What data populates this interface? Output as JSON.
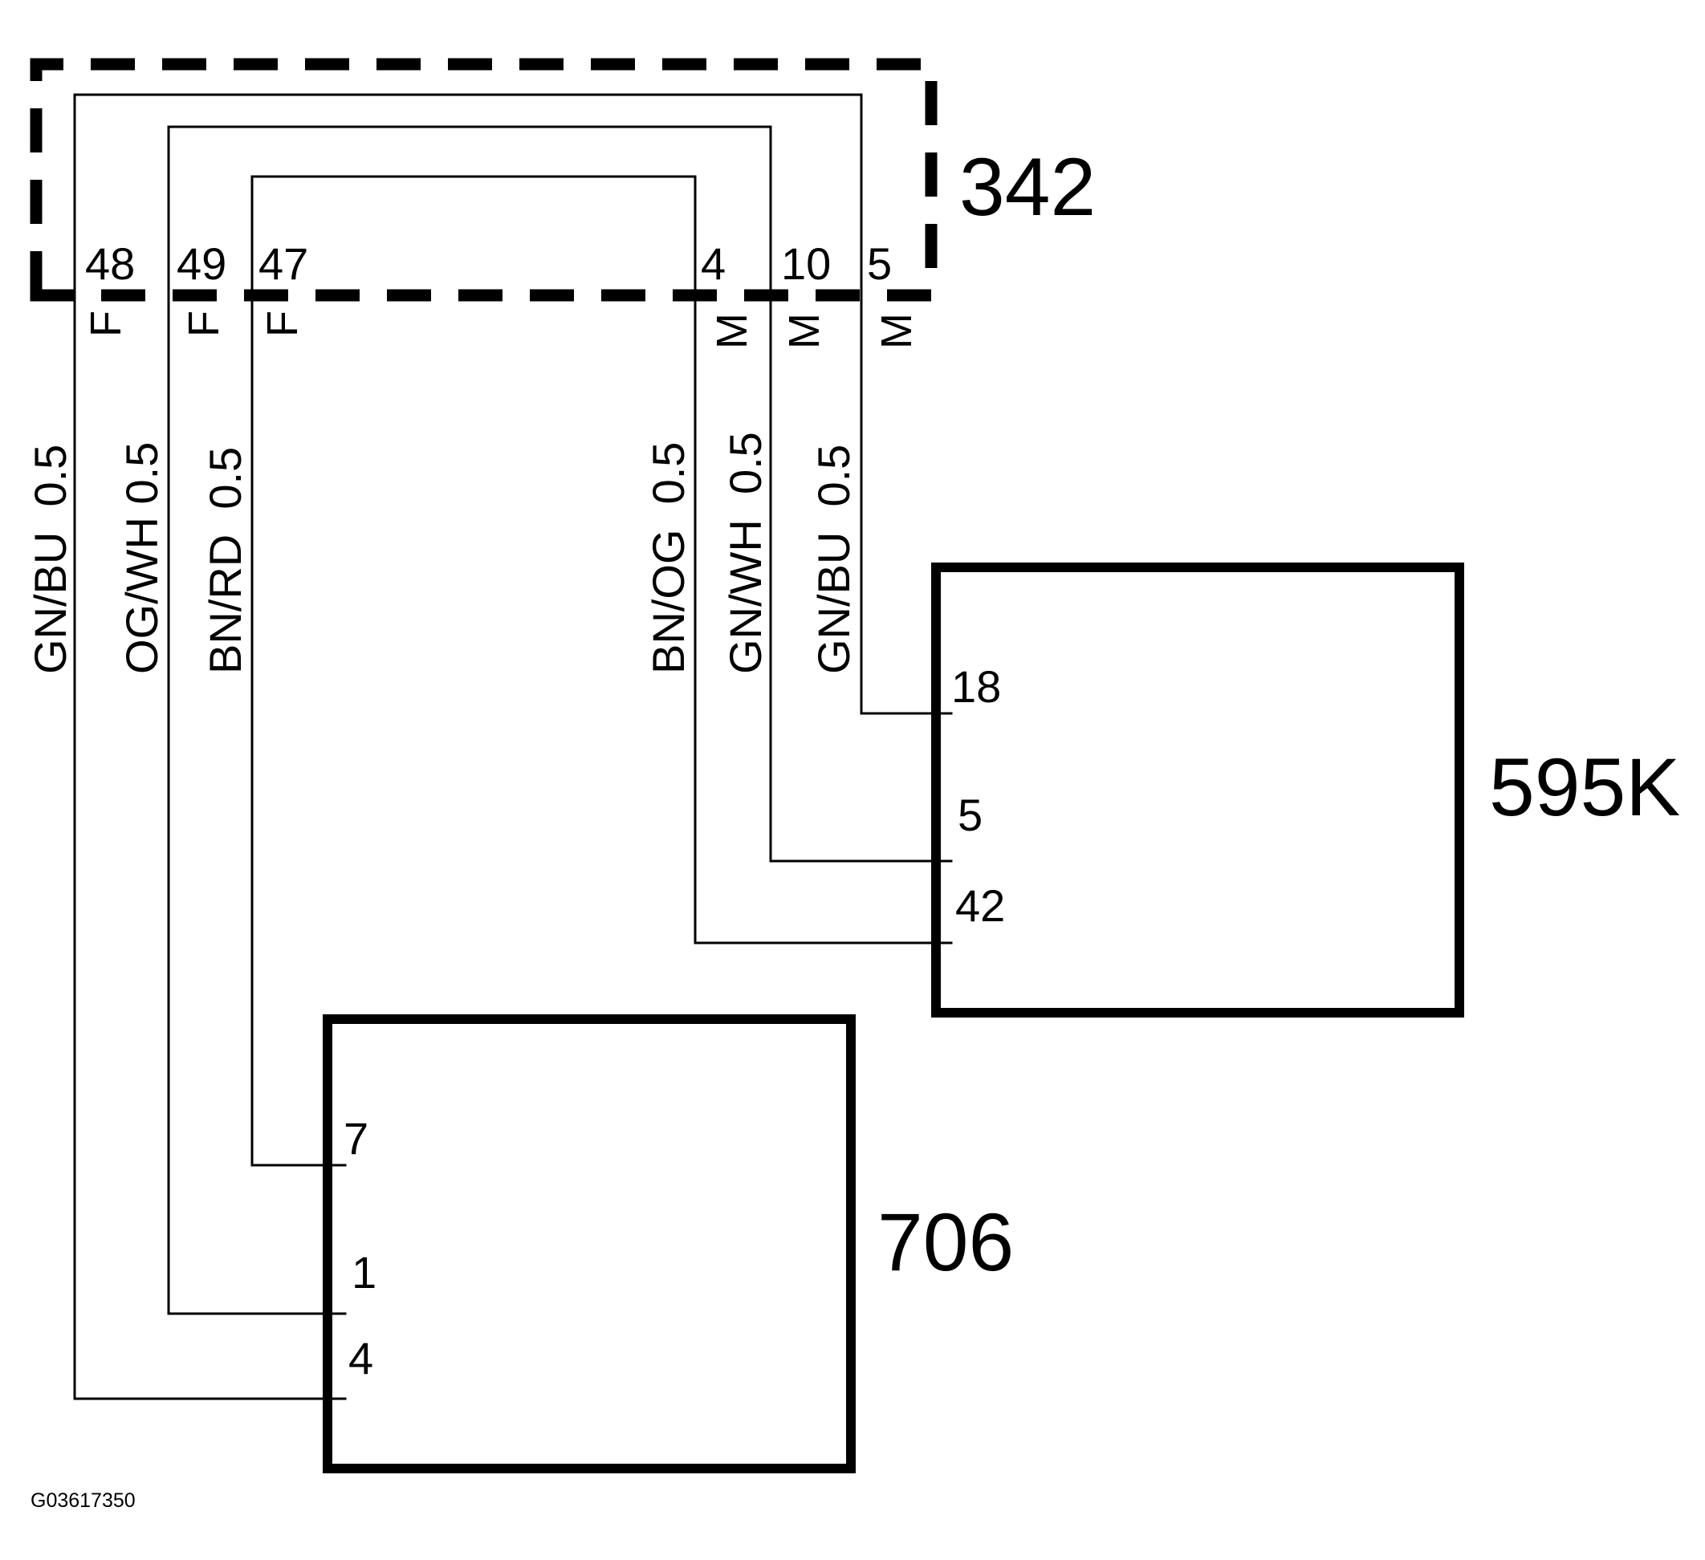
{
  "reference_code": "G03617350",
  "connector": {
    "id": "342",
    "pins_female": [
      "48",
      "49",
      "47"
    ],
    "pins_male": [
      "4",
      "10",
      "5"
    ],
    "female_mark": "F",
    "male_mark": "M"
  },
  "components": {
    "top_right": {
      "id": "595K",
      "pins": [
        "18",
        "5",
        "42"
      ]
    },
    "bottom": {
      "id": "706",
      "pins": [
        "7",
        "1",
        "4"
      ]
    }
  },
  "wires": [
    {
      "label": "GN/BU  0.5"
    },
    {
      "label": "OG/WH 0.5"
    },
    {
      "label": "BN/RD  0.5"
    },
    {
      "label": "BN/OG  0.5"
    },
    {
      "label": "GN/WH  0.5"
    },
    {
      "label": "GN/BU  0.5"
    }
  ]
}
